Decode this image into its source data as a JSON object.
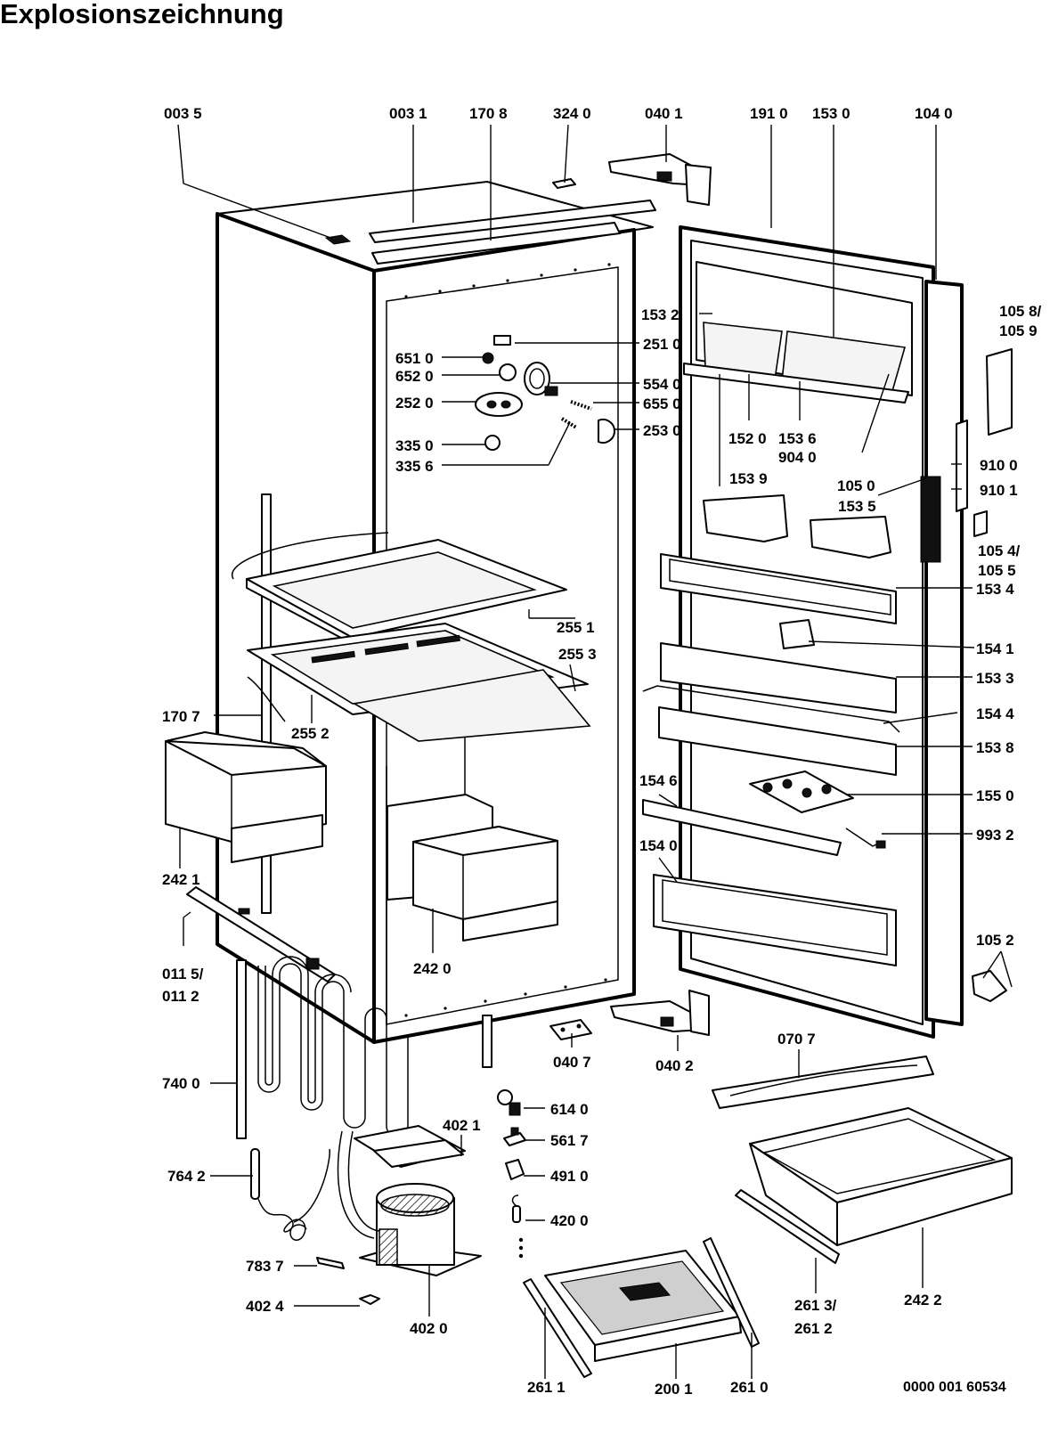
{
  "title": "Explosionszeichnung",
  "document_number": "0000 001 60534",
  "part_labels": {
    "p0035": "003 5",
    "p0031": "003 1",
    "p1708": "170 8",
    "p3240": "324 0",
    "p0401": "040 1",
    "p1910": "191 0",
    "p1530": "153 0",
    "p1040": "104 0",
    "p1058": "105 8/",
    "p1059": "105 9",
    "p1532": "153 2",
    "p2510": "251 0",
    "p6510": "651 0",
    "p6520": "652 0",
    "p5540": "554 0",
    "p2520": "252 0",
    "p6550": "655 0",
    "p2530": "253 0",
    "p3350": "335 0",
    "p3356": "335 6",
    "p1520": "152 0",
    "p1536": "153 6",
    "p9040": "904 0",
    "p9100": "910 0",
    "p9101": "910 1",
    "p1539": "153 9",
    "p1050": "105 0",
    "p1535": "153 5",
    "p1054": "105 4/",
    "p1055": "105 5",
    "p1534": "153 4",
    "p2551": "255 1",
    "p1541": "154 1",
    "p2553": "255 3",
    "p1533": "153 3",
    "p1707": "170 7",
    "p2552": "255 2",
    "p1544": "154 4",
    "p1538": "153 8",
    "p1546": "154 6",
    "p1550": "155 0",
    "p9932": "993 2",
    "p1540": "154 0",
    "p2421": "242 1",
    "p2420": "242 0",
    "p0115": "011 5/",
    "p0112": "011 2",
    "p1052": "105 2",
    "p0407": "040 7",
    "p0402": "040 2",
    "p0707": "070 7",
    "p7400": "740 0",
    "p6140": "614 0",
    "p4021": "402 1",
    "p5617": "561 7",
    "p7642": "764 2",
    "p4910": "491 0",
    "p4200": "420 0",
    "p7837": "783 7",
    "p4024": "402 4",
    "p4020": "402 0",
    "p2613": "261 3/",
    "p2612": "261 2",
    "p2422": "242 2",
    "p2611": "261 1",
    "p2001": "200 1",
    "p2610": "261 0"
  }
}
